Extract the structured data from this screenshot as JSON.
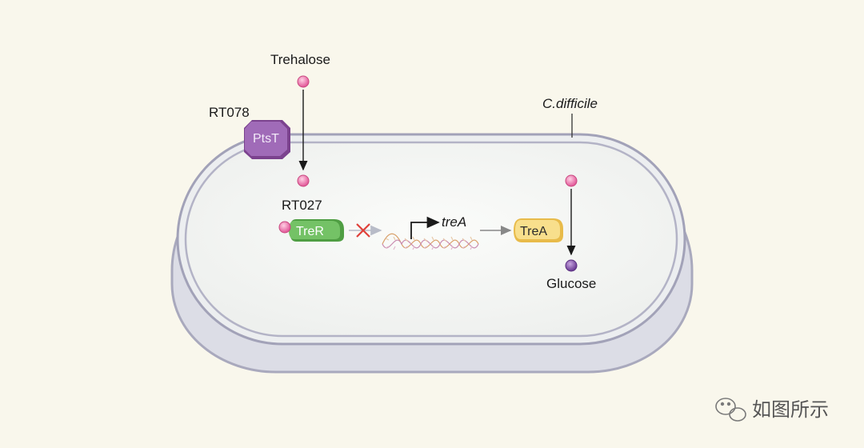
{
  "diagram": {
    "labels": {
      "trehalose": "Trehalose",
      "organism": "C.difficile",
      "strain_rt078": "RT078",
      "strain_rt027": "RT027",
      "gene": "treA",
      "glucose": "Glucose"
    },
    "proteins": {
      "ptsT": "PtsT",
      "treR": "TreR",
      "treA": "TreA"
    },
    "colors": {
      "trehalose_dot": "#e86aa3",
      "glucose_dot": "#7d4fa3",
      "ptsT_fill": "#9a5fb0",
      "treR_fill": "#6cbf5e",
      "treA_fill": "#f5d77c",
      "inhibition_mark": "#e0403a"
    }
  },
  "watermark": {
    "text": "如图所示"
  }
}
